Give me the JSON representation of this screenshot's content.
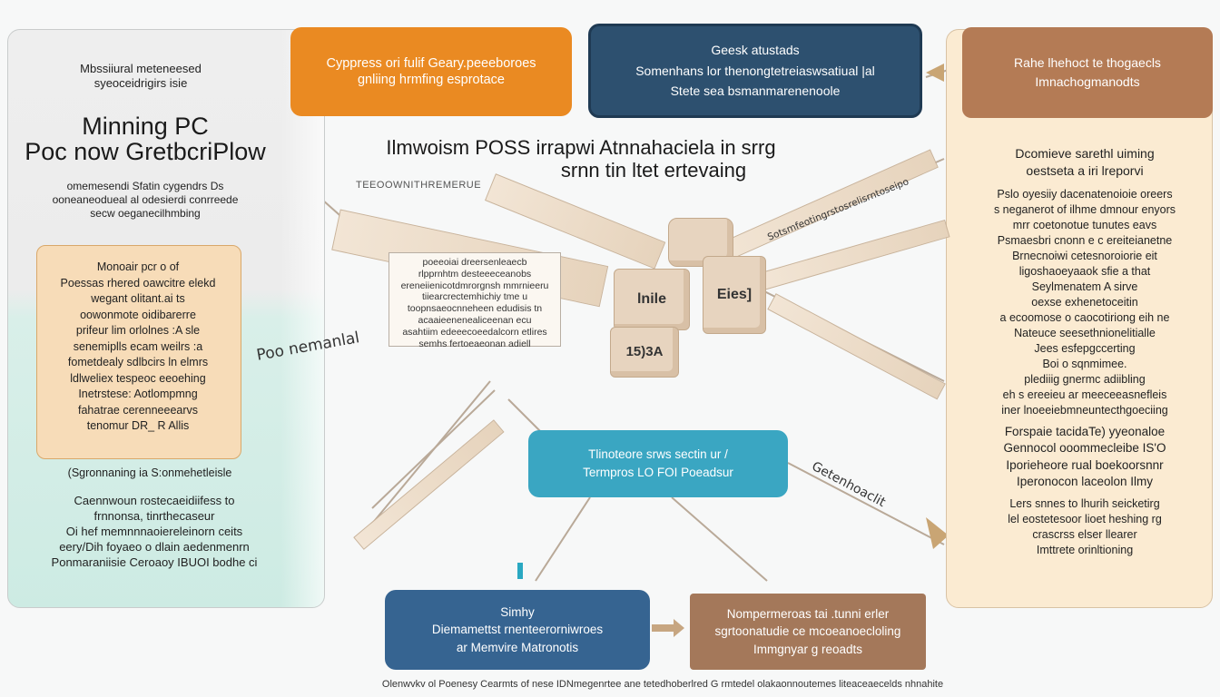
{
  "left_panel": {
    "caption": [
      "Mbssiiural  meteneesed",
      "syeoceidrigirs isie"
    ],
    "title": [
      "Minning PC",
      "Poc now GretbcriPlow"
    ],
    "subtitle": [
      "omemesendi Sfatin cygendrs  Ds",
      "ooneaneodueal  al  odesierdi conrreede",
      "secw oeganecilhmbing"
    ],
    "note_card": [
      "Monoair pcr o of",
      "Poessas rhered oawcitre  elekd",
      "wegant olitant.ai  ts",
      "oowonmote  oidibarerre",
      "prifeur lim orlolnes  :A sle",
      "senemiplls ecam weilrs  :a",
      "fometdealy sdlbcirs  ln  elmrs",
      "ldlweliex  tespeoc  eeoehing",
      "Inetrstese:  Aotlompmng",
      "fahatrae  cerenneeearvs",
      "tenomur DR_  R  Allis"
    ],
    "green_heading": "(Sgronnaning  ia  S:onmehetleisle",
    "green_body": [
      "Caennwoun  rostecaeidiifess  to",
      "frnnonsa,  tinrthecaseur",
      "Oi  hef  memnnnaoiereleinorn  ceits",
      "eery/Dih  foyaeo  o dlain  aedenmenrn",
      "Ponmaraniisie  Ceroaoy  IBUOI  bodhe  ci"
    ]
  },
  "orange_box": [
    "Cyppress  ori  fulif  Geary.peeeboroes",
    "gnliing  hrmfing  esprotace"
  ],
  "navy_box": [
    "Geesk  atustads",
    "Somenhans  lor  thenongtetreiaswsatiual  |al",
    "Stete  sea  bsmanmarenenoole"
  ],
  "right_header": [
    "Rahe  lhehoct  te  thogaecls",
    "Imnachogmanodts"
  ],
  "right_panel": [
    "Dcomieve  sarethl uiming",
    "oestseta  a iri  lreporvi",
    "Pslo  oyesiiy  dacenatenoioie  oreers",
    "s  neganerot  of  ilhme  dmnour  enyors",
    "mrr  coetonotue  tunutes  eavs",
    "Psmaesbri  cnonn e  c  ereiteianetne",
    "Brnecnoiwi  cetesnoroiorie  eit",
    "ligoshaoeyaaok  sfie  a  that",
    "Seylmenatem  A  sirve",
    "oexse  exhenetoceitin",
    "a  ecoomose  o  caocotiriong  eih  ne",
    "Nateuce  seesethnionelitialle",
    "Jees  esfepgccerting",
    "Boi  o  sqnmimee.",
    "plediiig  gnermc  adiibling",
    "eh  s ereeieu  ar  meeceeasnefleis",
    "iner  lnoeeiebmneuntecthgoeciing",
    "Forspaie  tacidaTe)  yyeonaloe",
    "Gennocol  ooommecleibe  IS'O",
    "Iporieheore  rual  boekoorsnnr",
    "Iperonocon  laceolon  Ilmy",
    "Lers  snnes  to  lhurih  seicketirg",
    "lel  eostetesoor  lioet  heshing  rg",
    "crascrss  elser  llearer",
    "Imttrete  orinltioning"
  ],
  "center_heading": [
    "Ilmwoism  POSS  irrapwi  Atnnahaciela  in  srrg",
    "srnn  tin  ltet  ertevaing"
  ],
  "center_small": "TEEOOWNITHREMERUE",
  "doc_card": [
    "poeeoiai  dreersenleaecb",
    "rlpprnhtm  desteeeceanobs",
    "ereneiienicotdmrorgnsh  mmrnieeru",
    "tiiearcrectemhichiy  tme  u",
    "toopnsaeocnneheen  edudisis  tn",
    "acaaieenenealiceenan  ecu",
    "asahtiim  edeeecoeedalcorn  etlires",
    "semhs  fertoeaeonan  adiell"
  ],
  "cubes": [
    "lnile",
    "Eies]",
    "15)3A"
  ],
  "teal_box": [
    "Tlinoteore  srws  sectin  ur  /",
    "Termpros  LO  FOI  Poeadsur"
  ],
  "blue_bottom": [
    "Simhy",
    "Diemamettst  rnenteerorniwroes",
    "ar  Memvire  Matronotis"
  ],
  "brown_bottom": [
    "Nompermeroas  tai  .tunni  erler",
    "sgrtoonatudie  ce  mcoeanoecloling",
    "Immgnyar  g reoadts"
  ],
  "labels": {
    "left_strip": "Poo  nemanlal",
    "right_strip": "Getenhoaclit",
    "center_strip": "Sotsmfeotingrstosrelisrntoseipo"
  },
  "footer": "Olenwvkv  ol  Poenesy  Cearmts  of  nese  IDNmegenrtee  ane  tetedhoberlred  G  rmtedel  olakaonnoutemes  liteaceaecelds  nhnahite",
  "colors": {
    "orange": "#ea8a22",
    "navy": "#2d506f",
    "teal": "#3aa6c2",
    "blue": "#366491",
    "brown": "#a4785a",
    "right_header": "#b47b55"
  }
}
